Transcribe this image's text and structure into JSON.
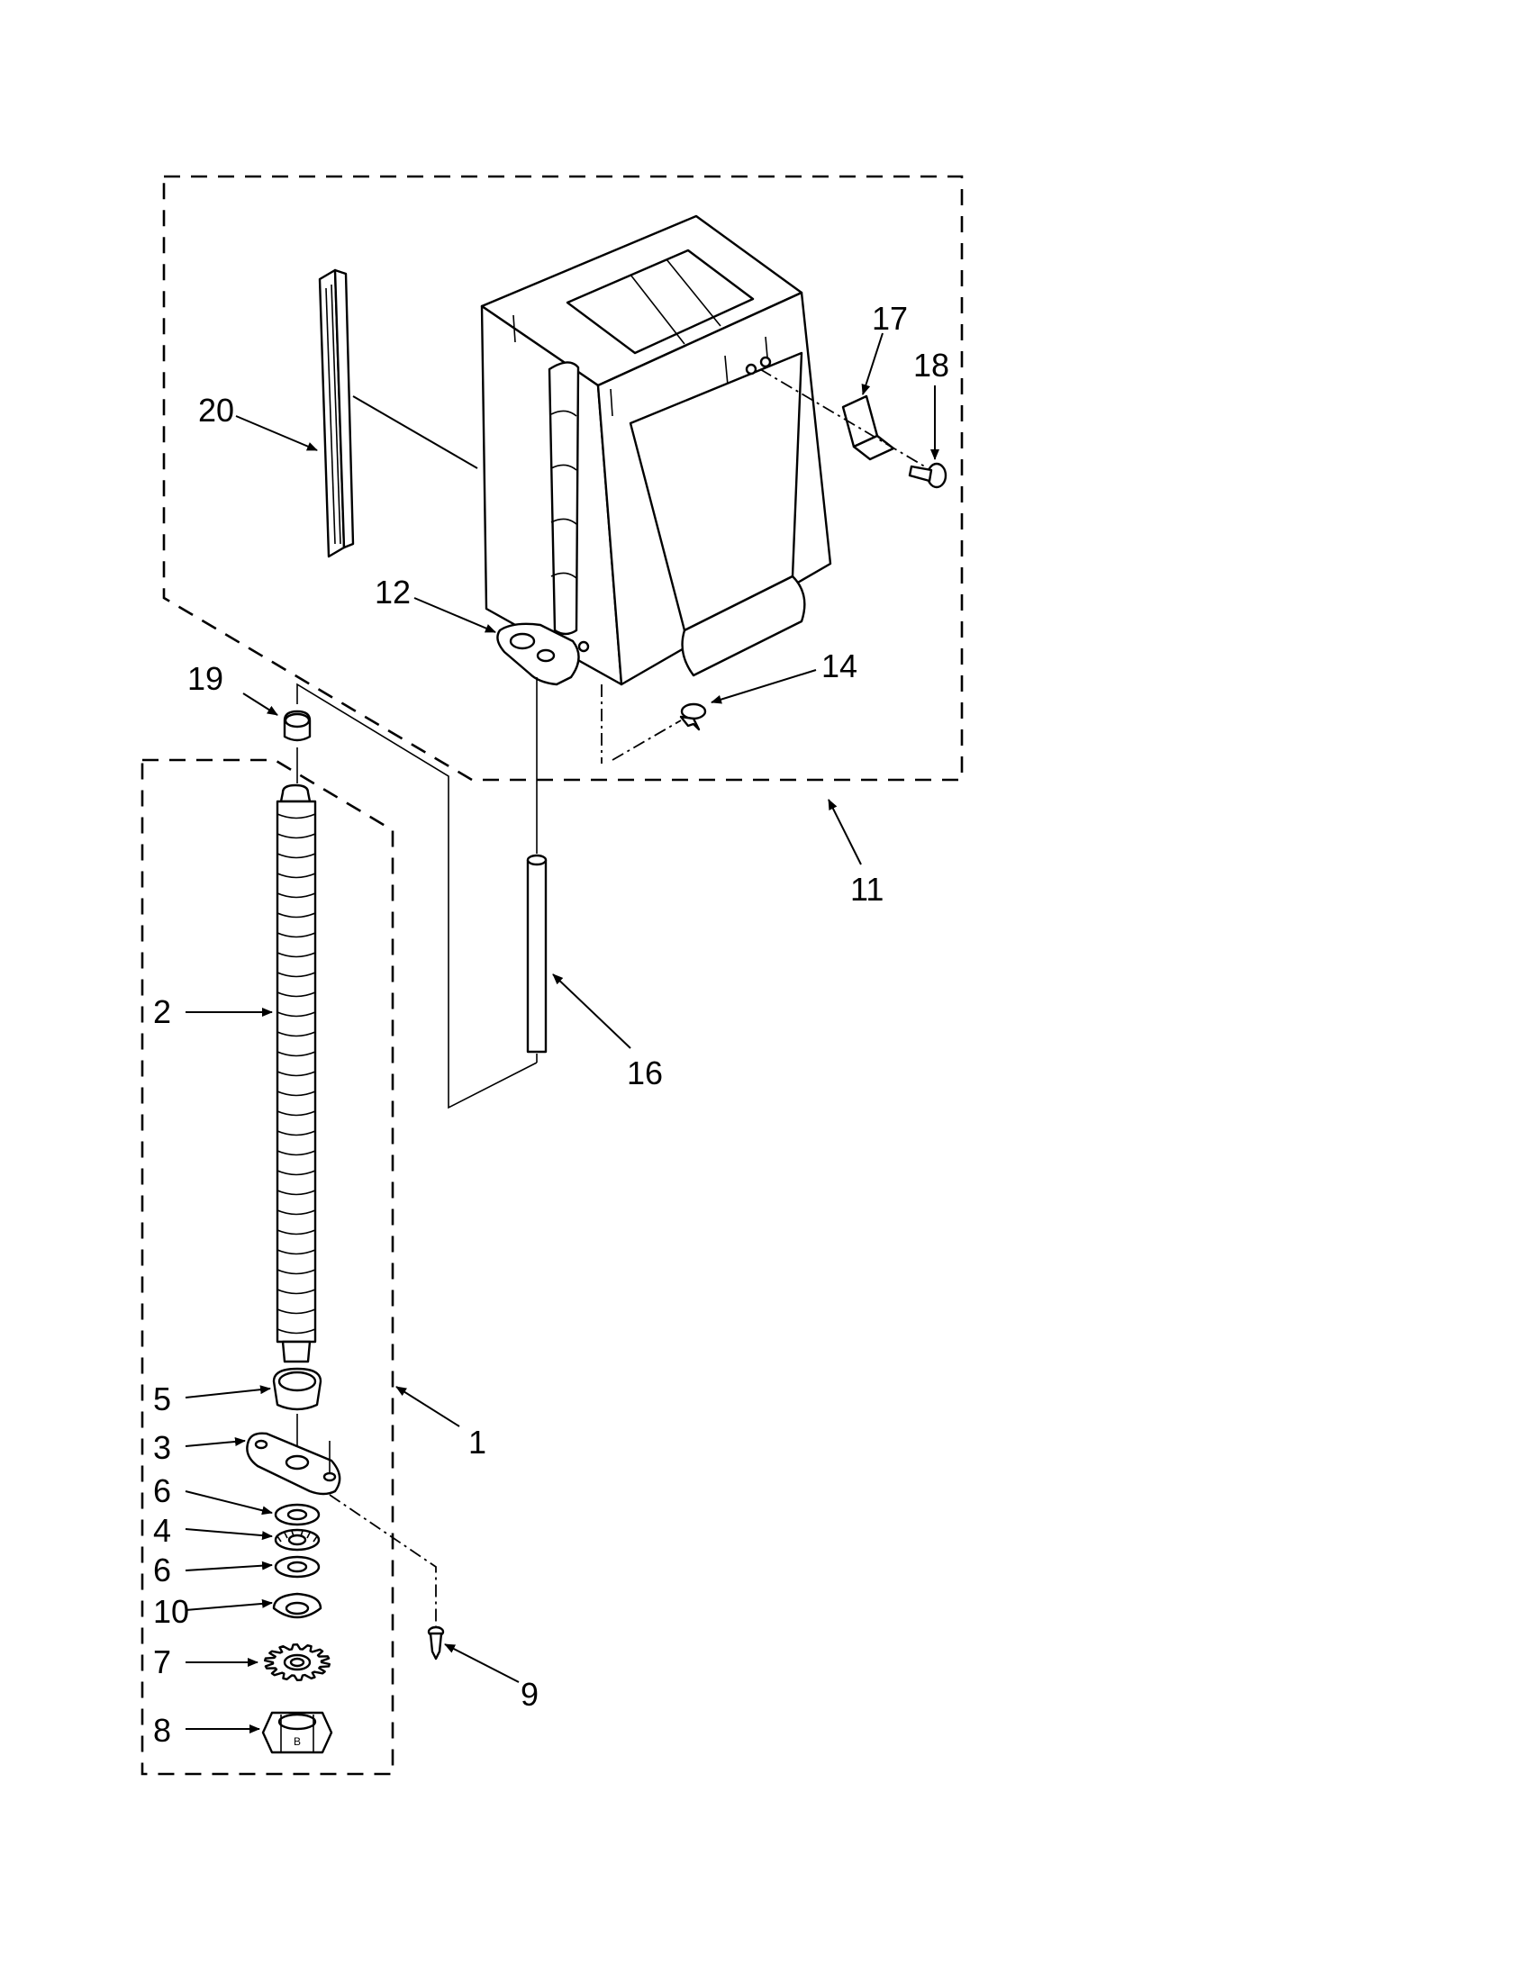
{
  "callouts": [
    {
      "id": "1",
      "text": "1"
    },
    {
      "id": "2",
      "text": "2"
    },
    {
      "id": "3",
      "text": "3"
    },
    {
      "id": "4",
      "text": "4"
    },
    {
      "id": "5",
      "text": "5"
    },
    {
      "id": "6a",
      "text": "6"
    },
    {
      "id": "6b",
      "text": "6"
    },
    {
      "id": "7",
      "text": "7"
    },
    {
      "id": "8",
      "text": "8"
    },
    {
      "id": "9",
      "text": "9"
    },
    {
      "id": "10",
      "text": "10"
    },
    {
      "id": "11",
      "text": "11"
    },
    {
      "id": "12",
      "text": "12"
    },
    {
      "id": "14",
      "text": "14"
    },
    {
      "id": "16",
      "text": "16"
    },
    {
      "id": "17",
      "text": "17"
    },
    {
      "id": "18",
      "text": "18"
    },
    {
      "id": "19",
      "text": "19"
    },
    {
      "id": "20",
      "text": "20"
    }
  ],
  "nut_marking": "B"
}
